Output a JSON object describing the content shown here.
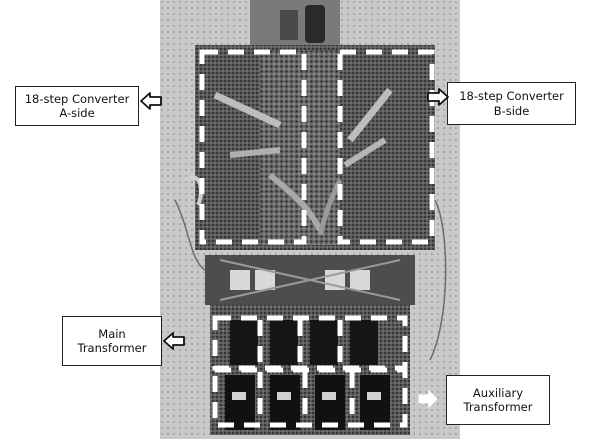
{
  "labels": {
    "converter_a": {
      "line1": "18-step Converter",
      "line2": "A-side"
    },
    "converter_b": {
      "line1": "18-step Converter",
      "line2": "B-side"
    },
    "main_transformer": {
      "line1": "Main",
      "line2": "Transformer"
    },
    "auxiliary_transformer": {
      "line1": "Auxiliary",
      "line2": "Transformer"
    }
  },
  "colors": {
    "board_dark": "#3a3a3a",
    "dash_white": "#ffffff",
    "background": "#ffffff"
  },
  "icons": {
    "arrow_left": "hollow-arrow-left-icon",
    "arrow_right": "hollow-arrow-right-icon"
  }
}
